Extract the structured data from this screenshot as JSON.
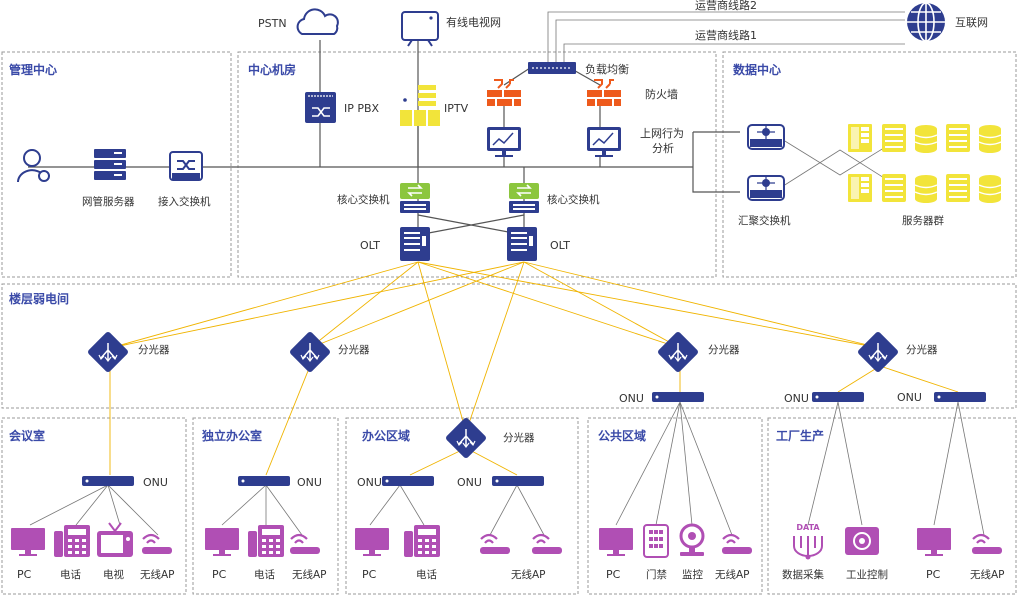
{
  "zones": {
    "mgmt": "管理中心",
    "center": "中心机房",
    "datacenter": "数据中心",
    "floor": "楼层弱电间",
    "meeting": "会议室",
    "office": "独立办公室",
    "workarea": "办公区域",
    "public": "公共区域",
    "factory": "工厂生产"
  },
  "external": {
    "pstn": "PSTN",
    "cable_tv": "有线电视网",
    "internet": "互联网",
    "carrier2": "运营商线路2",
    "carrier1": "运营商线路1"
  },
  "center": {
    "ip_pbx": "IP PBX",
    "iptv": "IPTV",
    "load_balance": "负载均衡",
    "firewall": "防火墙",
    "behavior_1": "上网行为",
    "behavior_2": "分析",
    "core_switch": "核心交换机",
    "olt": "OLT"
  },
  "mgmt": {
    "nms_server": "网管服务器",
    "access_switch": "接入交换机"
  },
  "datacenter": {
    "agg_switch": "汇聚交换机",
    "server_group": "服务器群"
  },
  "floor": {
    "splitter": "分光器",
    "onu": "ONU"
  },
  "endpoints": {
    "pc": "PC",
    "phone": "电话",
    "tv": "电视",
    "ap": "无线AP",
    "door": "门禁",
    "camera": "监控",
    "data_collect": "数据采集",
    "data_badge": "DATA",
    "industrial": "工业控制"
  },
  "colors": {
    "zone_title": "#3a4aa8",
    "device_navy": "#2e3d8f",
    "endpoint_purple": "#b04fb4",
    "firewall_orange": "#ee5a1c",
    "server_yellow": "#f2e43a",
    "switch_green": "#8cc63e",
    "fiber_yellow": "#f0b400"
  }
}
